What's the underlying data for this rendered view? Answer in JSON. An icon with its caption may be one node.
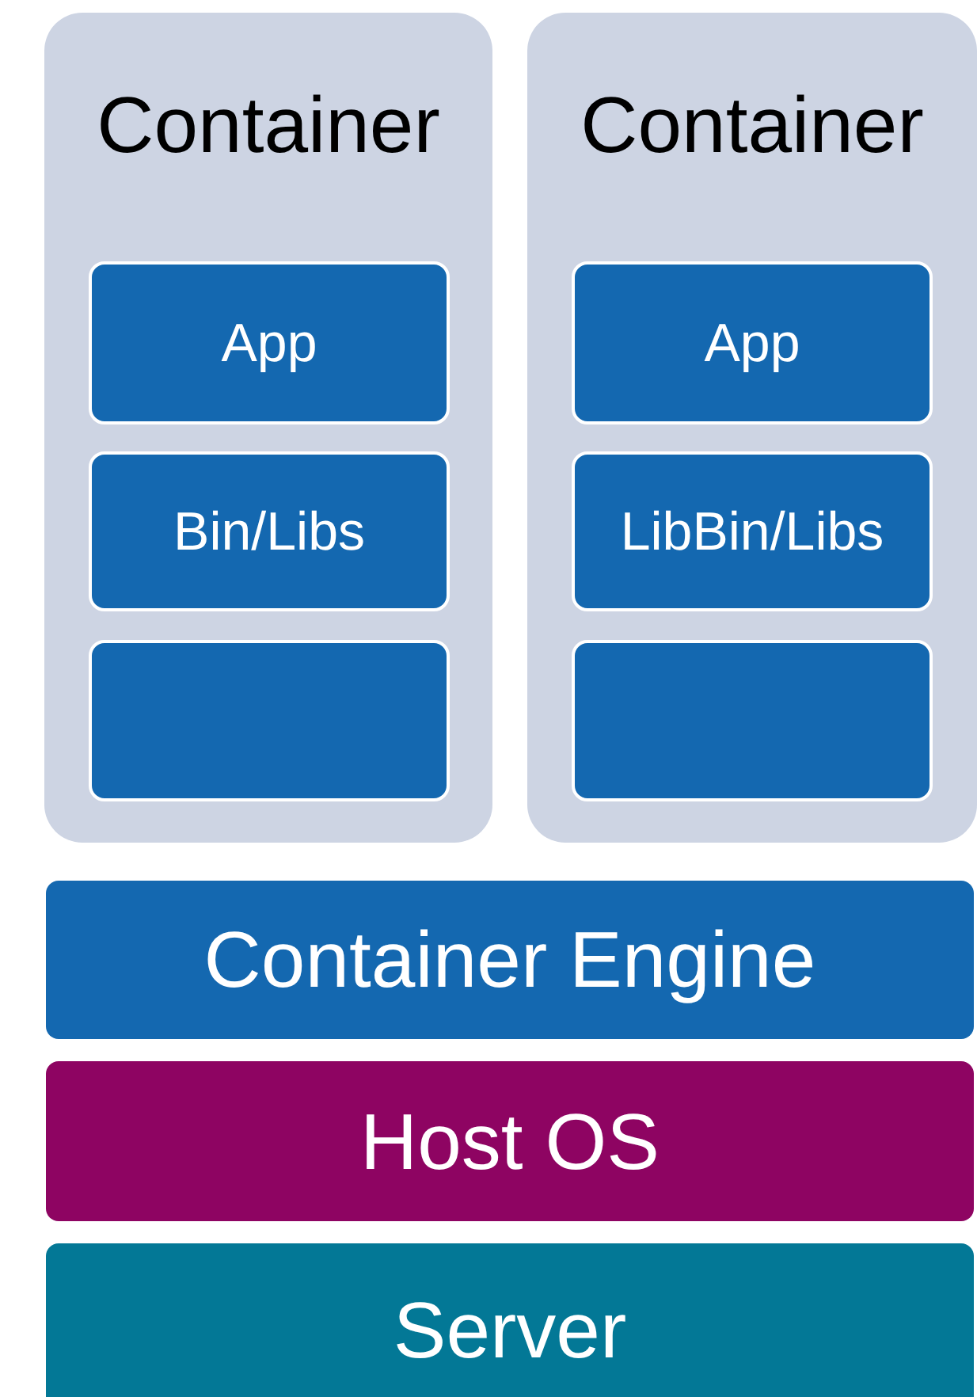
{
  "diagram": {
    "nodes": [
      {
        "text": [
          "Container"
        ]
      },
      {
        "text": [
          "App"
        ],
        "in": 0
      },
      {
        "text": [
          "Bin/Libs"
        ],
        "in": 0
      },
      {
        "text": [],
        "shape": "box",
        "in": 0
      },
      {
        "text": [
          "Container"
        ]
      },
      {
        "text": [
          "App"
        ],
        "in": 4
      },
      {
        "text": [
          "LibBin/Libs"
        ],
        "in": 4
      },
      {
        "text": [],
        "shape": "box",
        "in": 4
      },
      {
        "text": [
          "Container Engine"
        ]
      },
      {
        "text": [
          "Host OS"
        ]
      },
      {
        "text": [
          "Server"
        ]
      }
    ]
  }
}
